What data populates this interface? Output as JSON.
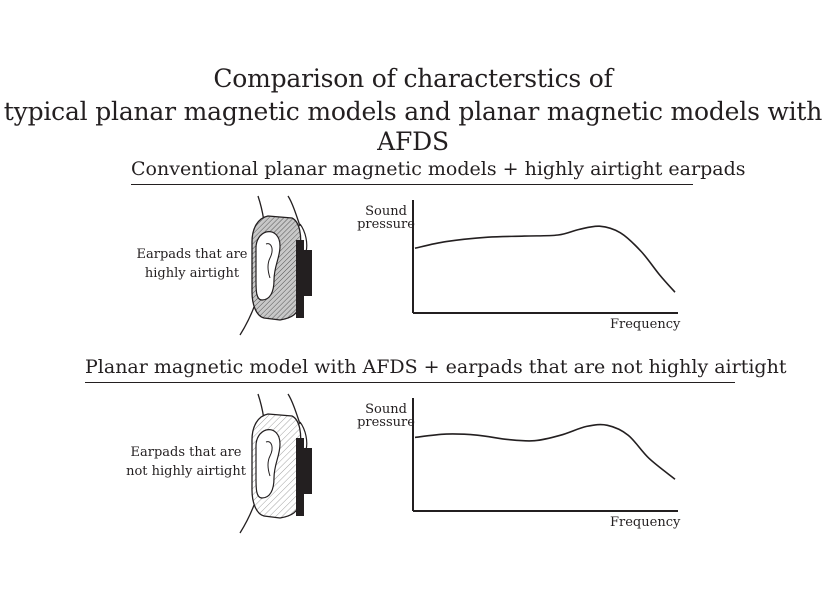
{
  "title": {
    "line1": "Comparison of characterstics of",
    "line2": "typical planar magnetic models and planar magnetic models with AFDS"
  },
  "panels": [
    {
      "heading": "Conventional planar magnetic models + highly airtight earpads",
      "earpad_label_line1": "Earpads that are",
      "earpad_label_line2": "highly airtight",
      "earpad_fill": "dense hatch (grey)",
      "chart_data": {
        "type": "line",
        "ylabel": "Sound pressure",
        "xlabel": "Frequency",
        "ticks": "none",
        "series": [
          {
            "curve": [
              [
                0,
                0.58
              ],
              [
                0.12,
                0.64
              ],
              [
                0.28,
                0.68
              ],
              [
                0.42,
                0.69
              ],
              [
                0.55,
                0.7
              ],
              [
                0.63,
                0.75
              ],
              [
                0.71,
                0.78
              ],
              [
                0.79,
                0.72
              ],
              [
                0.87,
                0.55
              ],
              [
                0.94,
                0.34
              ],
              [
                1.0,
                0.18
              ]
            ]
          }
        ]
      }
    },
    {
      "heading": "Planar magnetic model with AFDS + earpads that are not highly airtight",
      "earpad_label_line1": "Earpads that are",
      "earpad_label_line2": "not highly airtight",
      "earpad_fill": "sparse hatch (light)",
      "chart_data": {
        "type": "line",
        "ylabel": "Sound pressure",
        "xlabel": "Frequency",
        "ticks": "none",
        "series": [
          {
            "curve": [
              [
                0,
                0.66
              ],
              [
                0.12,
                0.69
              ],
              [
                0.24,
                0.68
              ],
              [
                0.36,
                0.64
              ],
              [
                0.46,
                0.63
              ],
              [
                0.56,
                0.68
              ],
              [
                0.66,
                0.76
              ],
              [
                0.74,
                0.77
              ],
              [
                0.82,
                0.68
              ],
              [
                0.9,
                0.47
              ],
              [
                1.0,
                0.28
              ]
            ]
          }
        ]
      }
    }
  ]
}
